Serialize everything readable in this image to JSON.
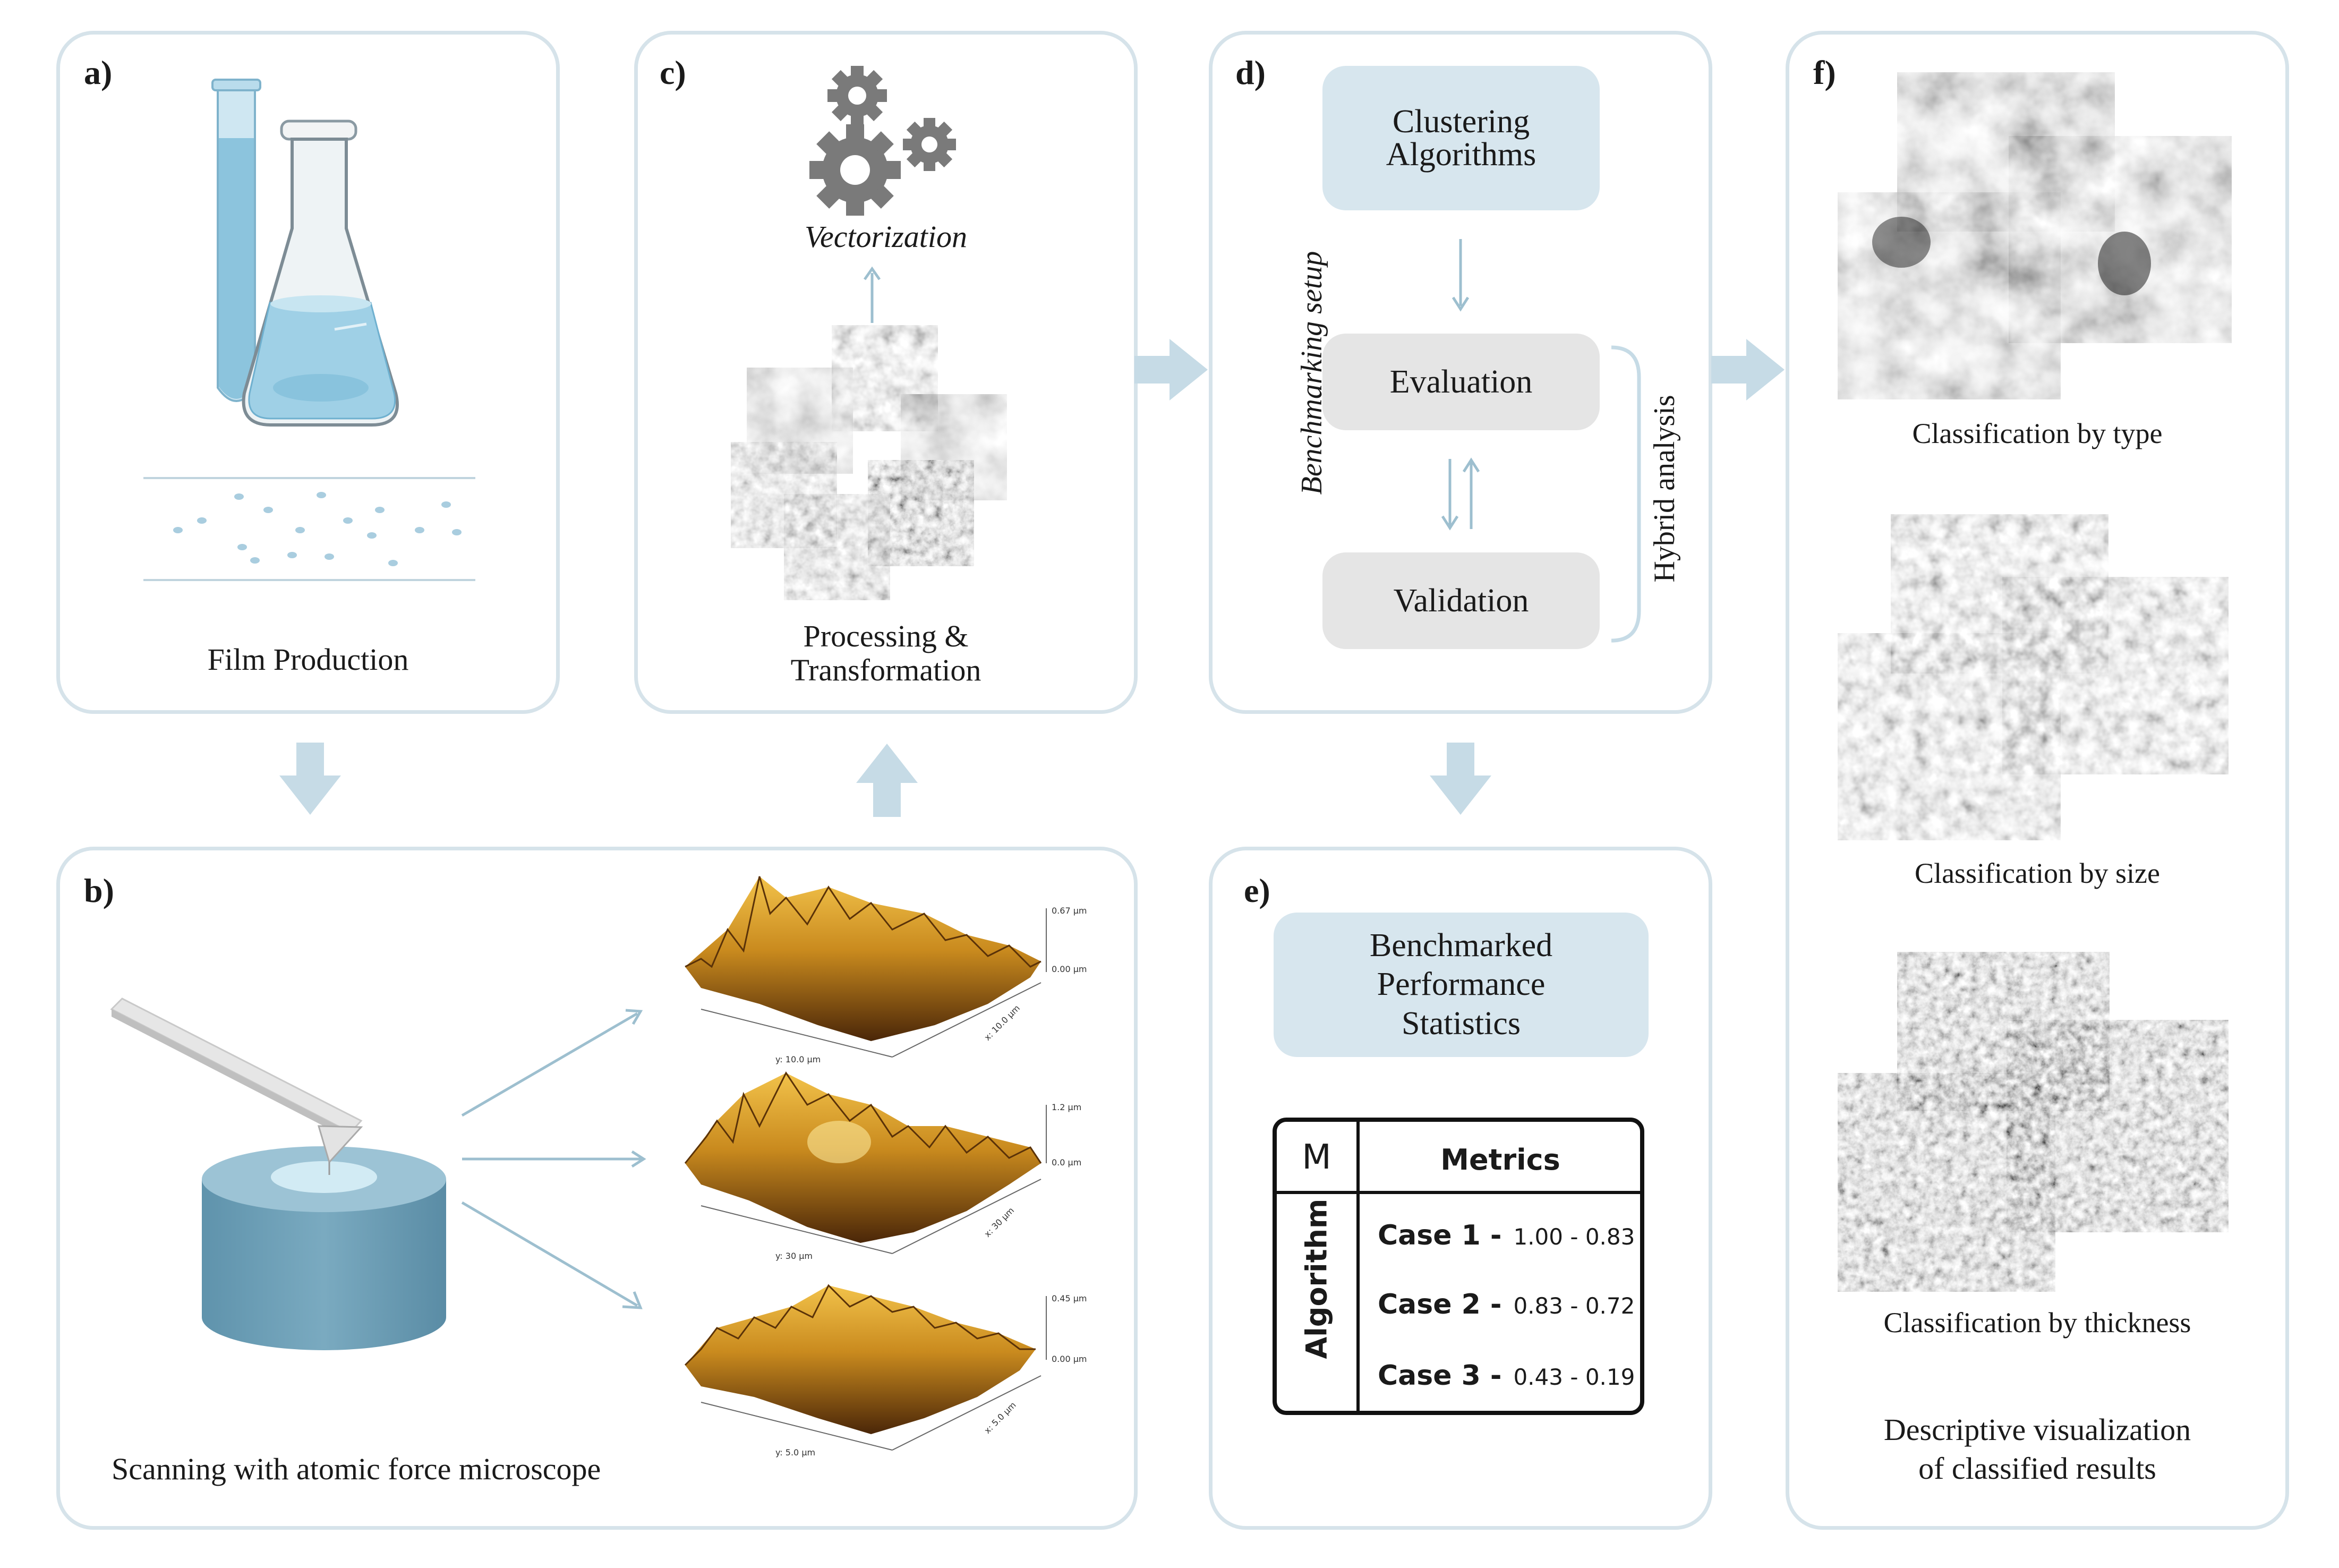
{
  "panels": {
    "a": {
      "label": "a)",
      "caption": "Film Production"
    },
    "b": {
      "label": "b)",
      "caption": "Scanning with atomic force microscope",
      "afm_plots": [
        {
          "z_top": "0.67 µm",
          "z_bottom": "0.00 µm",
          "x_axis": "x: 10.0 µm",
          "y_axis": "y: 10.0 µm"
        },
        {
          "z_top": "1.2 µm",
          "z_bottom": "0.0 µm",
          "x_axis": "x: 30 µm",
          "y_axis": "y: 30 µm"
        },
        {
          "z_top": "0.45 µm",
          "z_bottom": "0.00 µm",
          "x_axis": "x: 5.0 µm",
          "y_axis": "y: 5.0 µm"
        }
      ]
    },
    "c": {
      "label": "c)",
      "top_label": "Vectorization",
      "caption": "Processing &\nTransformation"
    },
    "d": {
      "label": "d)",
      "side_label": "Benchmarking setup",
      "hybrid_label": "Hybrid analysis",
      "box_clustering": "Clustering\nAlgorithms",
      "box_evaluation": "Evaluation",
      "box_validation": "Validation"
    },
    "e": {
      "label": "e)",
      "box_stats": "Benchmarked\nPerformance\nStatistics",
      "table": {
        "corner": "M",
        "header": "Metrics",
        "row_header": "Algorithm",
        "rows": [
          {
            "case": "Case 1 -",
            "values": "1.00  -  0.83"
          },
          {
            "case": "Case 2 -",
            "values": "0.83  -  0.72"
          },
          {
            "case": "Case 3 -",
            "values": "0.43  -  0.19"
          }
        ]
      }
    },
    "f": {
      "label": "f)",
      "class_type": "Classification by type",
      "class_size": "Classification by size",
      "class_thickness": "Classification by thickness",
      "caption": "Descriptive visualization\nof classified results"
    }
  },
  "colors": {
    "panel_border": "#d6e3ea",
    "arrow": "#c6dbe6",
    "box_blue": "#d7e6ee",
    "box_gray": "#e5e5e5",
    "afm_gold": "#c98a1e"
  }
}
